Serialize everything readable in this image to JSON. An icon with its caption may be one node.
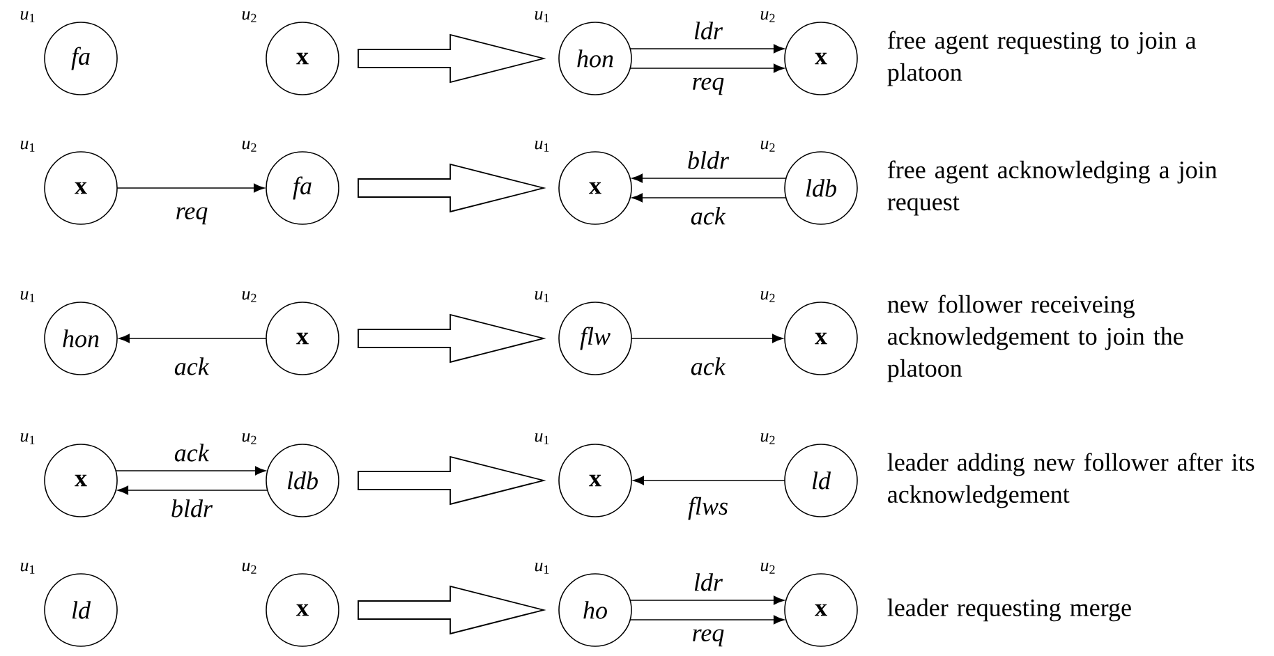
{
  "diagram": {
    "nodes": [
      {
        "text": [
          "*fa*"
        ],
        "beside": [
          "*u*$_{1}$"
        ]
      },
      {
        "text": [
          "**x**"
        ],
        "beside": [
          "*u*$_{2}$"
        ]
      },
      {
        "text": [
          "*hon*"
        ],
        "beside": [
          "*u*$_{1}$"
        ]
      },
      {
        "text": [
          "**x**"
        ],
        "beside": [
          "*u*$_{2}$"
        ]
      },
      {
        "text": [
          "**x**"
        ],
        "beside": [
          "*u*$_{1}$"
        ]
      },
      {
        "text": [
          "*fa*"
        ],
        "beside": [
          "*u*$_{2}$"
        ]
      },
      {
        "text": [
          "**x**"
        ],
        "beside": [
          "*u*$_{1}$"
        ]
      },
      {
        "text": [
          "*ldb*"
        ],
        "beside": [
          "*u*$_{2}$"
        ]
      },
      {
        "text": [
          "*hon*"
        ],
        "beside": [
          "*u*$_{1}$"
        ]
      },
      {
        "text": [
          "**x**"
        ],
        "beside": [
          "*u*$_{2}$"
        ]
      },
      {
        "text": [
          "*flw*"
        ],
        "beside": [
          "*u*$_{1}$"
        ]
      },
      {
        "text": [
          "**x**"
        ],
        "beside": [
          "*u*$_{2}$"
        ]
      },
      {
        "text": [
          "**x**"
        ],
        "beside": [
          "*u*$_{1}$"
        ]
      },
      {
        "text": [
          "*ldb*"
        ],
        "beside": [
          "*u*$_{2}$"
        ]
      },
      {
        "text": [
          "**x**"
        ],
        "beside": [
          "*u*$_{1}$"
        ]
      },
      {
        "text": [
          "*ld*"
        ],
        "beside": [
          "*u*$_{2}$"
        ]
      },
      {
        "text": [
          "*ld*"
        ],
        "beside": [
          "*u*$_{1}$"
        ]
      },
      {
        "text": [
          "**x**"
        ],
        "beside": [
          "*u*$_{2}$"
        ]
      },
      {
        "text": [
          "*ho*"
        ],
        "beside": [
          "*u*$_{1}$"
        ]
      },
      {
        "text": [
          "**x**"
        ],
        "beside": [
          "*u*$_{2}$"
        ]
      }
    ],
    "edges": [
      {
        "from": 1,
        "to": 2,
        "arrow": "to",
        "style": "thick"
      },
      {
        "from": 2,
        "to": 3,
        "arrow": "to",
        "label": "*ldr*"
      },
      {
        "from": 2,
        "to": 3,
        "arrow": "to",
        "label": "*req*"
      },
      {
        "from": 4,
        "to": 5,
        "arrow": "to",
        "label": "*req*"
      },
      {
        "from": 5,
        "to": 6,
        "arrow": "to",
        "style": "thick"
      },
      {
        "from": 7,
        "to": 6,
        "arrow": "to",
        "label": "*bldr*"
      },
      {
        "from": 7,
        "to": 6,
        "arrow": "to",
        "label": "*ack*"
      },
      {
        "from": 9,
        "to": 8,
        "arrow": "to",
        "label": "*ack*"
      },
      {
        "from": 9,
        "to": 10,
        "arrow": "to",
        "style": "thick"
      },
      {
        "from": 10,
        "to": 11,
        "arrow": "to",
        "label": "*ack*"
      },
      {
        "from": 12,
        "to": 13,
        "arrow": "to",
        "label": "*ack*"
      },
      {
        "from": 13,
        "to": 12,
        "arrow": "to",
        "label": "*bldr*"
      },
      {
        "from": 13,
        "to": 14,
        "arrow": "to",
        "style": "thick"
      },
      {
        "from": 15,
        "to": 14,
        "arrow": "to",
        "label": "*flws*"
      },
      {
        "from": 17,
        "to": 18,
        "arrow": "to",
        "style": "thick"
      },
      {
        "from": 18,
        "to": 19,
        "arrow": "to",
        "label": "*ldr*"
      },
      {
        "from": 18,
        "to": 19,
        "arrow": "to",
        "label": "*req*"
      }
    ],
    "labels": [
      "free agent requesting to join a platoon",
      "free agent acknowledging a join request",
      "new follower receiveing acknowledgement to join the platoon",
      "leader adding new follower after its acknowledgement",
      "leader requesting merge"
    ]
  }
}
